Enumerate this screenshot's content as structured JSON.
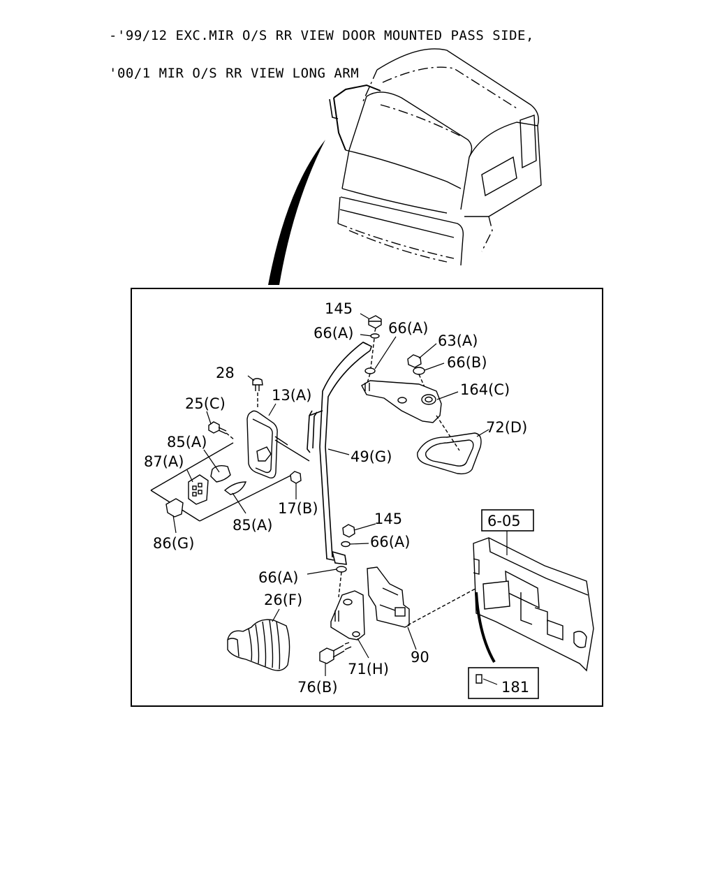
{
  "header": {
    "line1": "-'99/12 EXC.MIR O/S RR VIEW DOOR MOUNTED PASS SIDE,",
    "line2": "'00/1 MIR O/S RR VIEW LONG ARM"
  },
  "labels": {
    "p145_top": "145",
    "p66a_1": "66(A)",
    "p66a_2": "66(A)",
    "p63a": "63(A)",
    "p66b": "66(B)",
    "p28": "28",
    "p13a": "13(A)",
    "p164c": "164(C)",
    "p25c": "25(C)",
    "p72d": "72(D)",
    "p85a_1": "85(A)",
    "p87a": "87(A)",
    "p49g": "49(G)",
    "p17b": "17(B)",
    "p145_mid": "145",
    "p85a_2": "85(A)",
    "p66a_3": "66(A)",
    "p86g": "86(G)",
    "p66a_4": "66(A)",
    "p26f": "26(F)",
    "p90": "90",
    "p71h": "71(H)",
    "p76b": "76(B)",
    "ref605": "6-05",
    "ref181": "181"
  }
}
